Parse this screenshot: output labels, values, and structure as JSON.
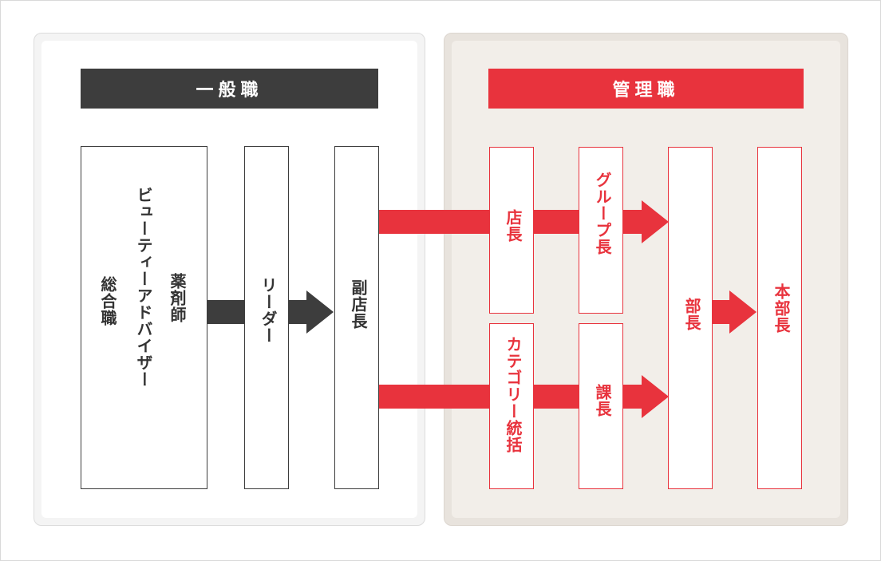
{
  "headers": {
    "general": "一般職",
    "management": "管理職"
  },
  "general_roles": {
    "sogoshoku": "総合職",
    "beauty_advisor": "ビューティーアドバイザー",
    "pharmacist": "薬剤師",
    "leader": "リーダー",
    "assistant_manager": "副店長"
  },
  "management_roles": {
    "store_manager": "店長",
    "category_supervisor": "カテゴリー統括",
    "group_manager": "グループ長",
    "section_chief": "課長",
    "department_head": "部長",
    "division_head": "本部長"
  },
  "colors": {
    "dark": "#3d3d3d",
    "accent": "#e8333d",
    "management_bg": "#f2eee9"
  }
}
